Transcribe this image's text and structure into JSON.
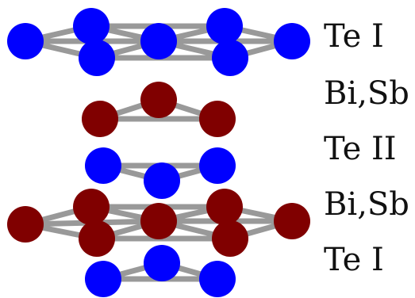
{
  "colors": {
    "te": "#0000ff",
    "bi_sb": "#800000",
    "bond": "#999999"
  },
  "layers": [
    {
      "label": "Te I",
      "atom": "te"
    },
    {
      "label": "Bi,Sb",
      "atom": "bi_sb"
    },
    {
      "label": "Te II",
      "atom": "te"
    },
    {
      "label": "Bi,Sb",
      "atom": "bi_sb"
    },
    {
      "label": "Te I",
      "atom": "te"
    }
  ]
}
